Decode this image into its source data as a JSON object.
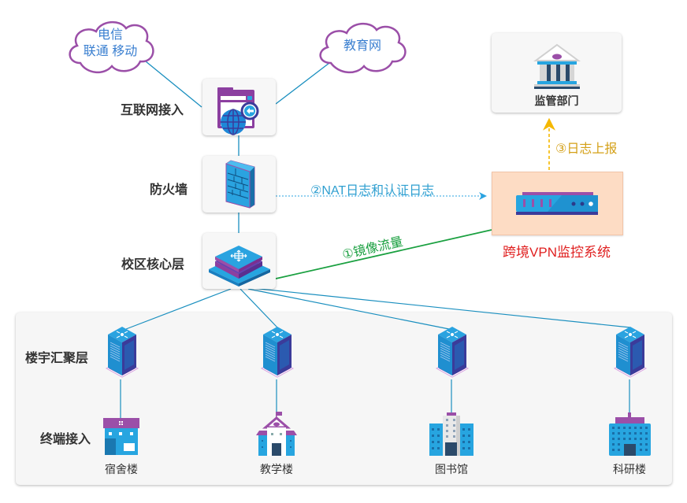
{
  "clouds": [
    {
      "line1": "电信",
      "line2": "联通 移动"
    },
    {
      "line1": "教育网"
    }
  ],
  "layers": {
    "internet_access": "互联网接入",
    "firewall": "防火墙",
    "campus_core": "校区核心层",
    "building_aggregation": "楼宇汇聚层",
    "terminal_access": "终端接入"
  },
  "monitor_system": {
    "label": "跨境VPN监控系统",
    "color": "#e02020"
  },
  "regulator": {
    "label": "监管部门"
  },
  "flows": {
    "mirror": {
      "label": "①镜像流量",
      "color": "#1aa040"
    },
    "nat_logs": {
      "label": "②NAT日志和认证日志",
      "color": "#2f9fd0"
    },
    "log_report": {
      "label": "③日志上报",
      "color": "#d4a017"
    }
  },
  "buildings": [
    {
      "label": "宿舍楼"
    },
    {
      "label": "教学楼"
    },
    {
      "label": "图书馆"
    },
    {
      "label": "科研楼"
    }
  ]
}
